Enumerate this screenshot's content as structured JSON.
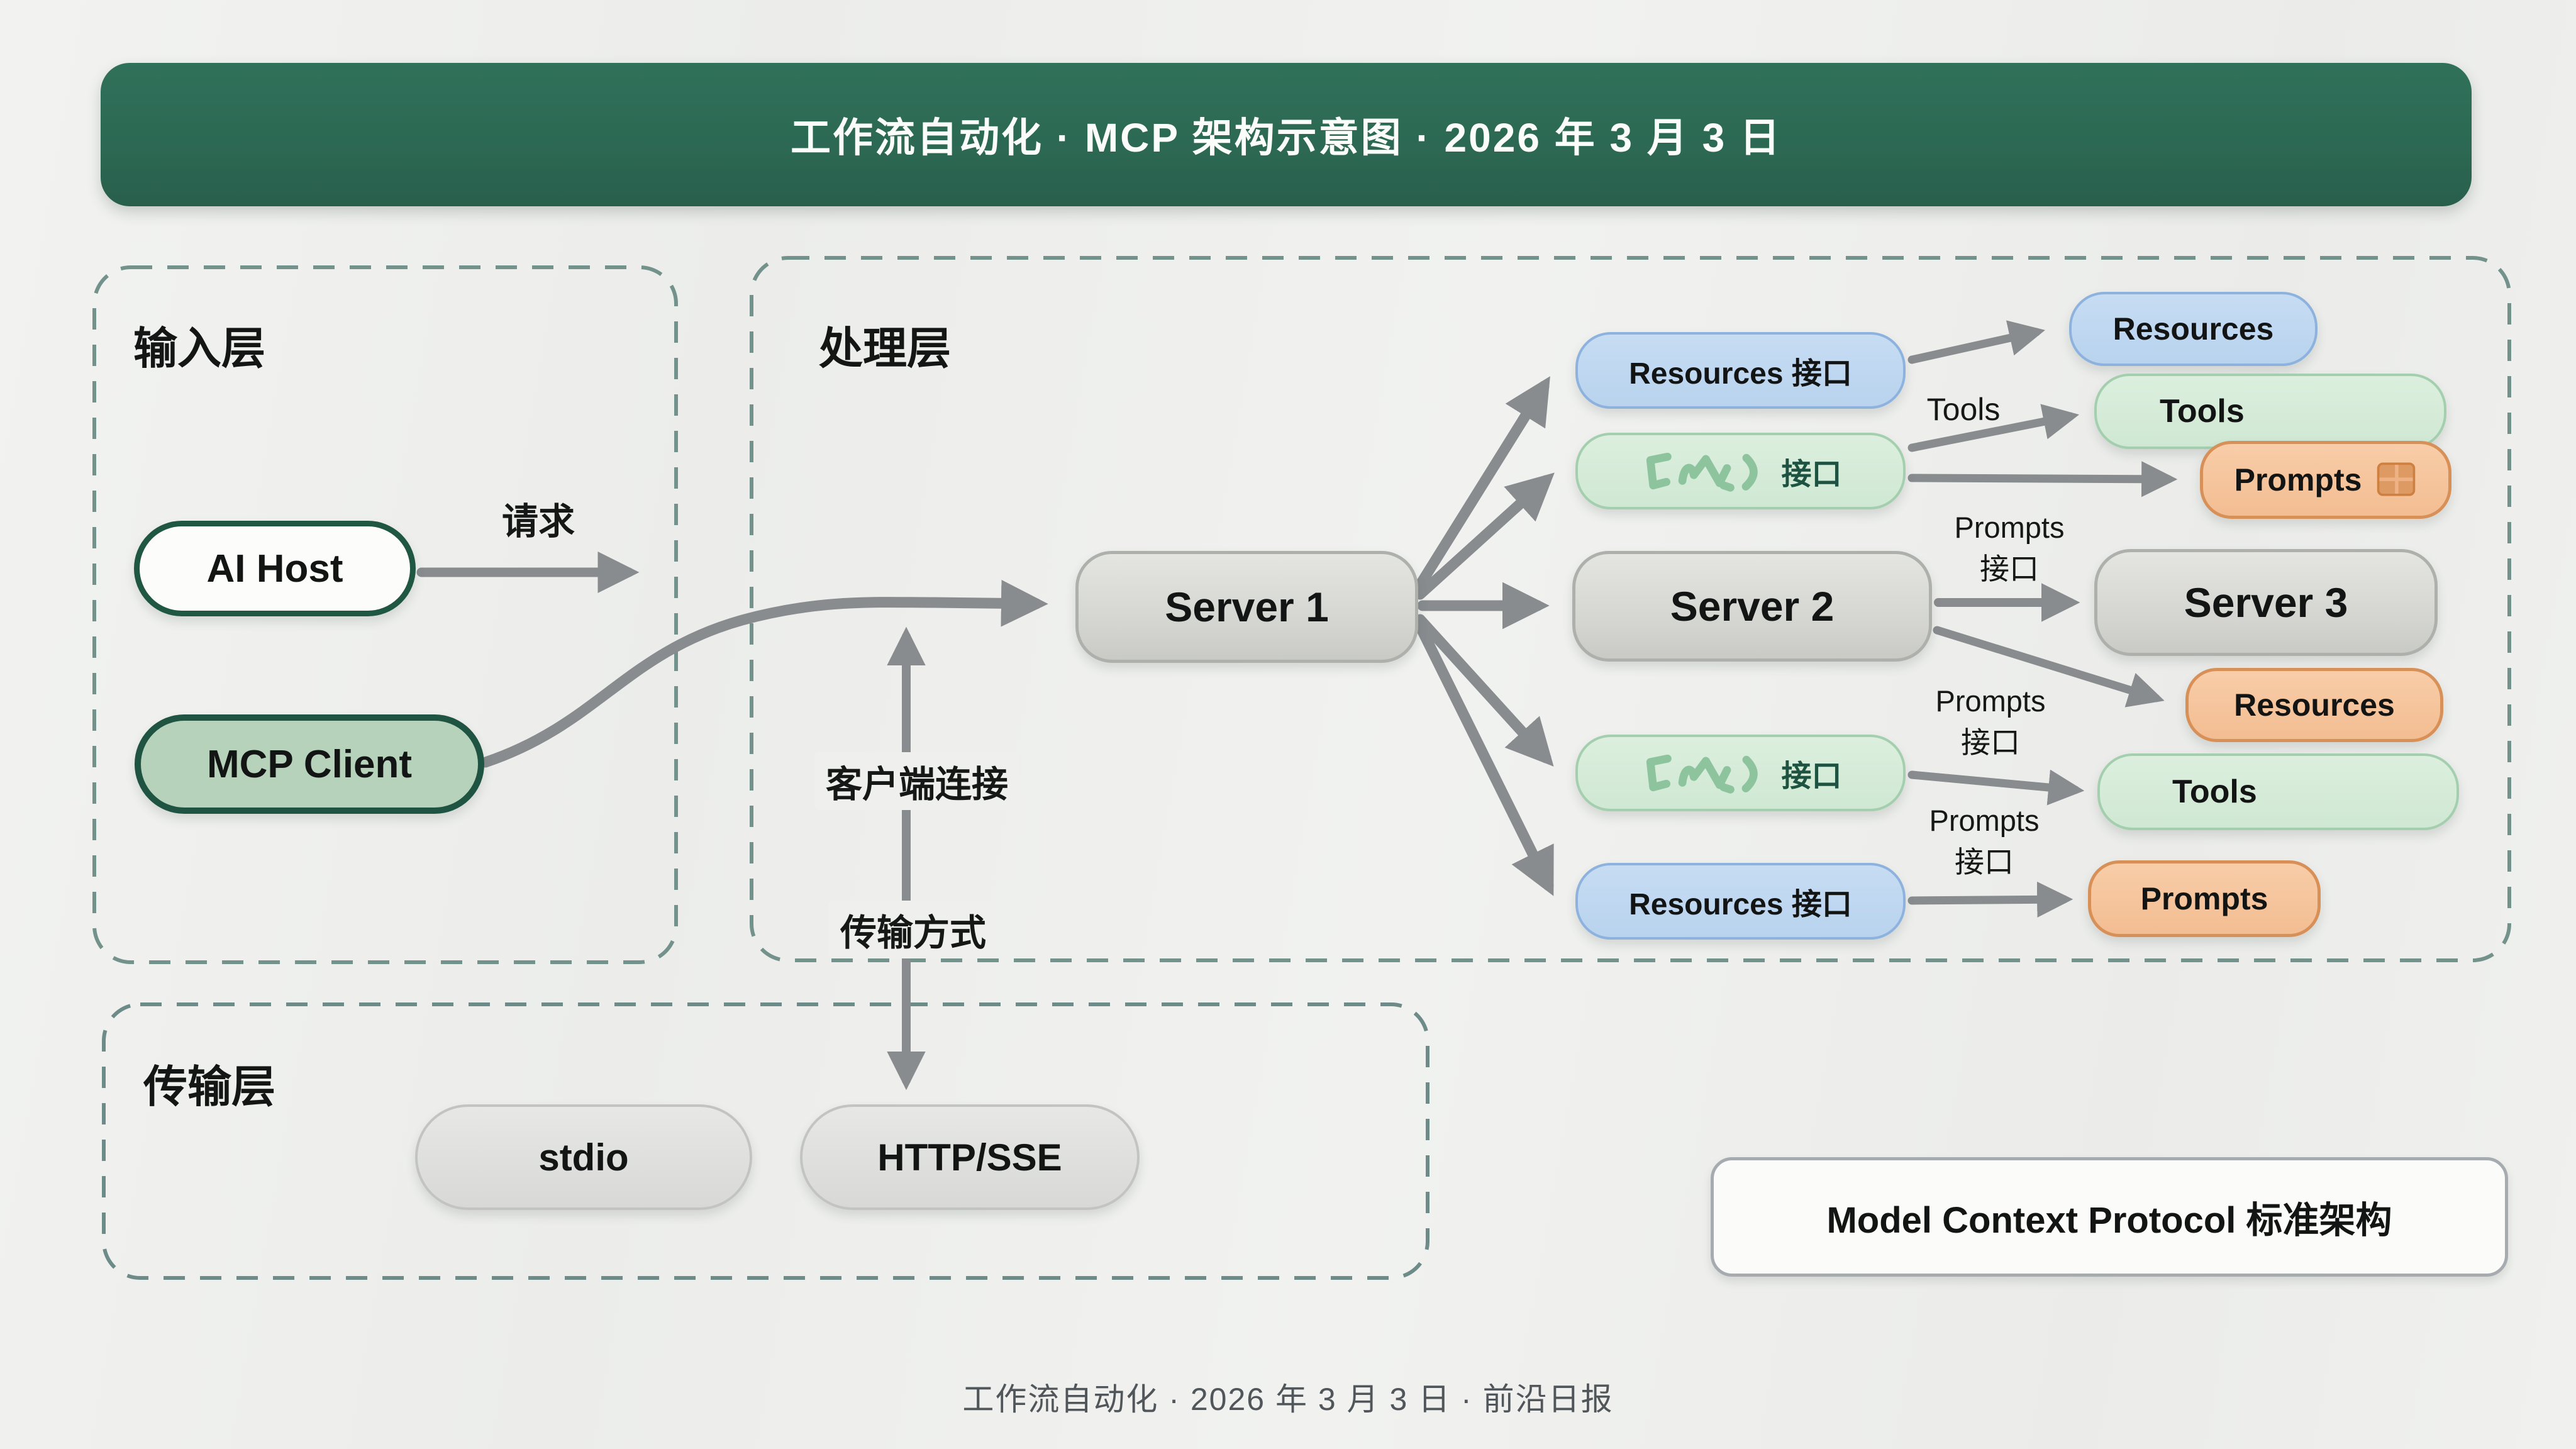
{
  "banner": {
    "title": "工作流自动化 · MCP 架构示意图 · 2026 年 3 月 3 日"
  },
  "layers": {
    "input": {
      "label": "输入层"
    },
    "processing": {
      "label": "处理层"
    },
    "transport": {
      "label": "传输层"
    }
  },
  "nodes": {
    "ai_host": {
      "label": "AI Host"
    },
    "mcp_client": {
      "label": "MCP Client"
    },
    "server1": {
      "label": "Server 1"
    },
    "server2": {
      "label": "Server 2"
    },
    "server3": {
      "label": "Server 3"
    },
    "resources_iface_top": {
      "label": "Resources 接口"
    },
    "tools_iface_top": {
      "label": "接口",
      "icon": "tools-glyph"
    },
    "tools_iface_bottom": {
      "label": "接口",
      "icon": "tools-glyph"
    },
    "resources_iface_bottom": {
      "label": "Resources 接口"
    },
    "resources_top": {
      "label": "Resources"
    },
    "tools_top": {
      "label": "Tools"
    },
    "prompts_top": {
      "label": "Prompts",
      "icon": "window-grid"
    },
    "resources_mid": {
      "label": "Resources"
    },
    "tools_bottom": {
      "label": "Tools"
    },
    "prompts_bottom": {
      "label": "Prompts"
    },
    "stdio": {
      "label": "stdio"
    },
    "http_sse": {
      "label": "HTTP/SSE"
    }
  },
  "edge_labels": {
    "request": "请求",
    "client_connection": "客户端连接",
    "transport_mode": "传输方式",
    "tools": "Tools",
    "prompts_line1": "Prompts",
    "prompts_line2": "接口"
  },
  "callout": {
    "label": "Model Context Protocol 标准架构"
  },
  "footer": {
    "caption": "工作流自动化 · 2026 年 3 月 3 日 · 前沿日报"
  },
  "colors": {
    "banner_green": "#2c6853",
    "host_border_green": "#1f5442",
    "pill_green_fill": "#d5ebd8",
    "pill_blue_fill": "#bfd8f0",
    "pill_orange_fill": "#f5c39c",
    "server_gray_fill": "#d6d7d3",
    "arrow_gray": "#888c8f",
    "dashed_frame_teal": "#73928b"
  }
}
